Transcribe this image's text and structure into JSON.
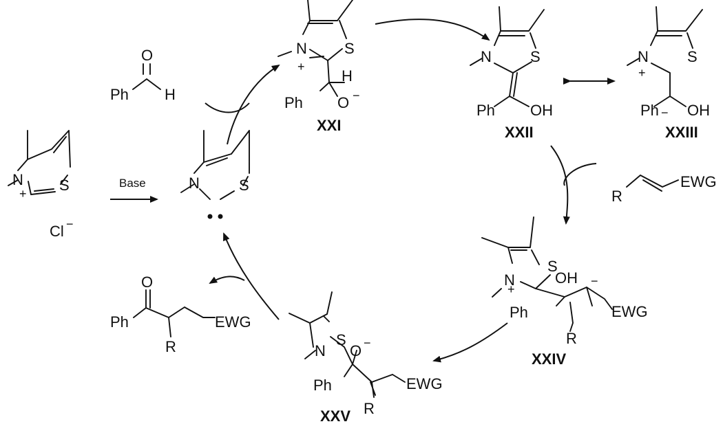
{
  "diagram": {
    "reagents": {
      "base": "Base",
      "aldehyde_ph": "Ph",
      "aldehyde_h": "H",
      "aldehyde_o": "O",
      "chloride": "Cl",
      "minus": "−"
    },
    "atoms": {
      "N": "N",
      "S": "S",
      "O": "O",
      "OH": "OH",
      "Ph": "Ph",
      "H": "H",
      "R": "R",
      "EWG": "EWG",
      "plus": "+",
      "minus": "−"
    },
    "labels": {
      "XXI": "XXI",
      "XXII": "XXII",
      "XXIII": "XXIII",
      "XXIV": "XXIV",
      "XXV": "XXV"
    },
    "michael_acceptor": {
      "R": "R",
      "EWG": "EWG"
    },
    "product": {
      "O": "O",
      "Ph": "Ph",
      "R": "R",
      "EWG": "EWG"
    }
  }
}
